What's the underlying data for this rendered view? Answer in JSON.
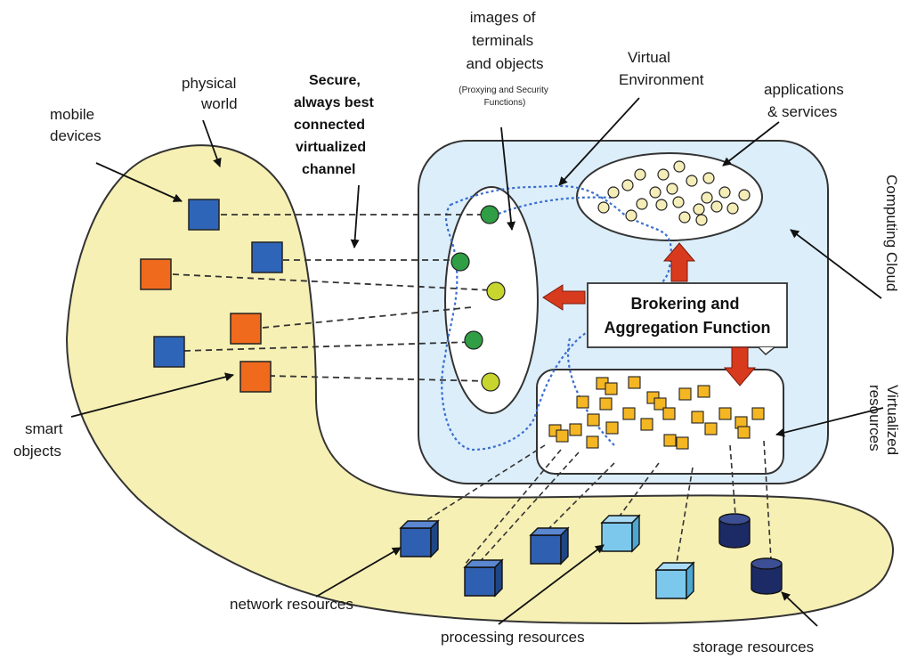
{
  "labels": {
    "mobile_devices": [
      "mobile",
      "devices"
    ],
    "physical_world": [
      "physical",
      "world"
    ],
    "secure_channel": [
      "Secure,",
      "always best",
      "connected",
      "virtualized",
      "channel"
    ],
    "images_terminals": [
      "images of",
      "terminals",
      "and objects"
    ],
    "images_terminals_sub": [
      "(Proxying and Security",
      "Functions)"
    ],
    "virtual_environment": [
      "Virtual",
      "Environment"
    ],
    "applications_services": [
      "applications",
      "& services"
    ],
    "computing_cloud": "Computing Cloud",
    "virtualized_resources": [
      "Virtualized",
      "resources"
    ],
    "brokering": [
      "Brokering and",
      "Aggregation Function"
    ],
    "smart_objects": [
      "smart",
      "objects"
    ],
    "network_resources": "network resources",
    "processing_resources": "processing resources",
    "storage_resources": "storage resources"
  },
  "colors": {
    "physical_fill": "#f7f0b4",
    "cloud_fill": "#dceefa",
    "mobile_device": "#2f65b8",
    "smart_object": "#f06a1d",
    "arrow_red": "#d83a1e",
    "channel_blue": "#3a6fd0",
    "network_cube": "#2f5fb0",
    "processing_cube": "#7cc8ec",
    "storage_cylinder": "#1c2b66",
    "resource_chip": "#f4b623",
    "terminal_green": "#2f9e44",
    "terminal_yellow": "#c7d52e",
    "app_circle": "#f5edb8"
  }
}
